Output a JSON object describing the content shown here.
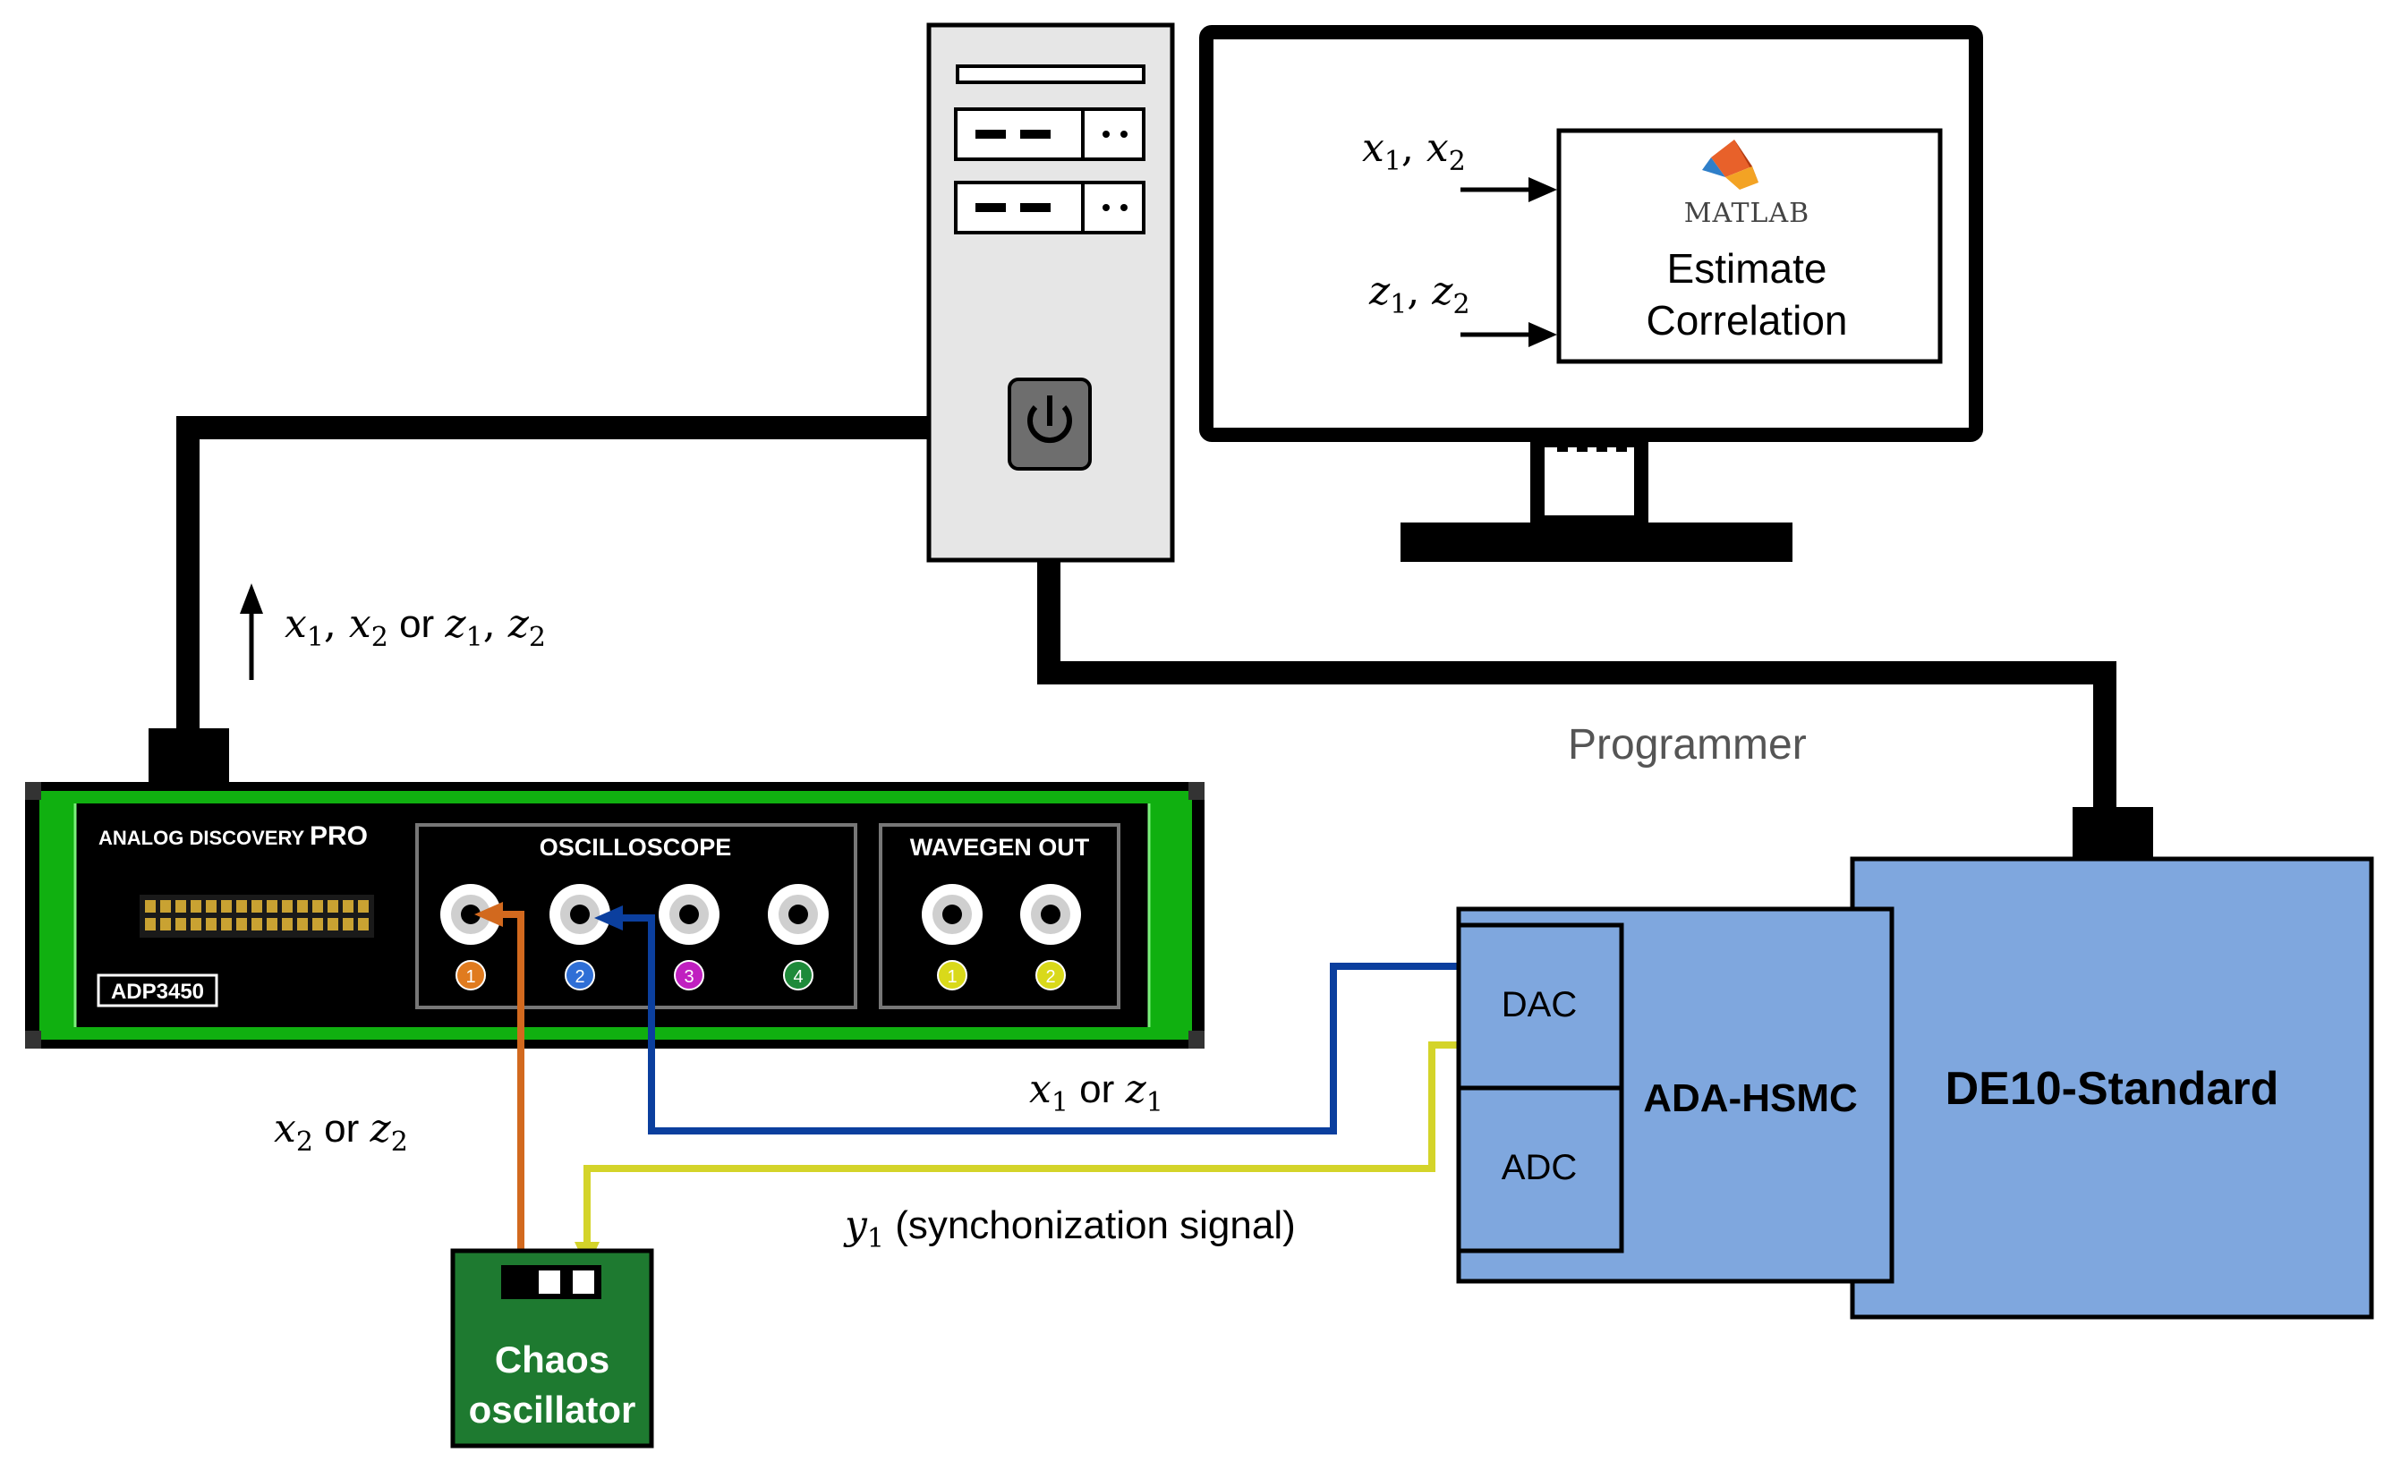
{
  "colors": {
    "wire": "#000000",
    "pc_case": "#e6e6e6",
    "adp_green": "#10b010",
    "adp_body": "#000000",
    "board_blue": "#7fa7de",
    "chaos_green": "#1e7a30",
    "wire_orange": "#d2691e",
    "wire_blue": "#0b3f9e",
    "wire_yellow": "#d4d42a",
    "ch1": "#e07b1f",
    "ch2": "#2f6fd6",
    "ch3": "#c020c0",
    "ch4": "#1e8a3a",
    "wg": "#d9d91a"
  },
  "icons": {
    "power": "power-icon",
    "matlab": "matlab-logo-icon"
  },
  "monitor": {
    "matlab_logo_text": "MATLAB",
    "function_line1": "Estimate",
    "function_line2": "Correlation",
    "input_top": {
      "var": "x",
      "sub1": "1",
      "sep": ", ",
      "var2": "x",
      "sub2": "2"
    },
    "input_bottom": {
      "var": "z",
      "sub1": "1",
      "sep": ", ",
      "var2": "z",
      "sub2": "2"
    }
  },
  "adp": {
    "brand": "ANALOG DISCOVERY",
    "brand_suffix": "PRO",
    "model": "ADP3450",
    "oscilloscope_title": "OSCILLOSCOPE",
    "wavegen_title": "WAVEGEN OUT",
    "scope_channels": [
      "1",
      "2",
      "3",
      "4"
    ],
    "wavegen_channels": [
      "1",
      "2"
    ]
  },
  "labels": {
    "upload": {
      "a": "x",
      "a1": "1",
      "b": "x",
      "b1": "2",
      "or": "or",
      "c": "z",
      "c1": "1",
      "d": "z",
      "d1": "2"
    },
    "programmer": "Programmer",
    "x2z2": {
      "a": "x",
      "a1": "2",
      "or": "or",
      "b": "z",
      "b1": "2"
    },
    "x1z1": {
      "a": "x",
      "a1": "1",
      "or": "or",
      "b": "z",
      "b1": "1"
    },
    "sync": {
      "a": "y",
      "a1": "1",
      "text": "(synchonization signal)"
    }
  },
  "fpga": {
    "dac": "DAC",
    "adc": "ADC",
    "mezzanine": "ADA-HSMC",
    "board": "DE10-Standard"
  },
  "chaos": {
    "line1": "Chaos",
    "line2": "oscillator"
  }
}
